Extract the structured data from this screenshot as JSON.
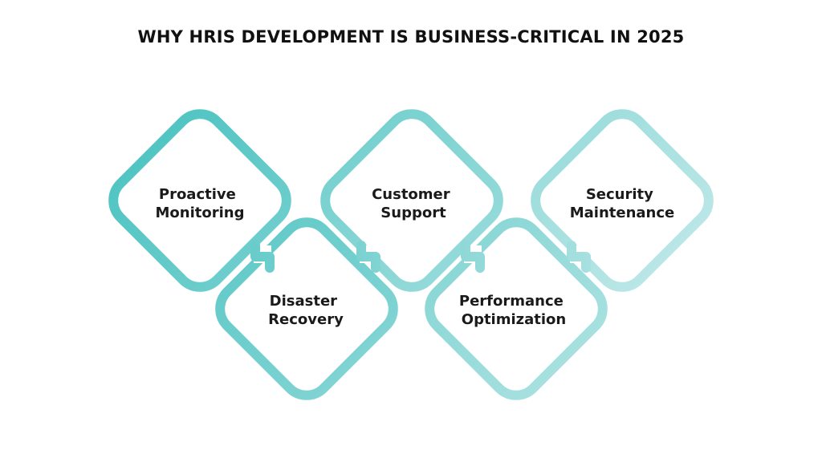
{
  "title": "WHY HRIS DEVELOPMENT IS BUSINESS-CRITICAL IN 2025",
  "colors": {
    "title": "#111111",
    "text": "#1a1a1a",
    "stroke_start": "#4cc3c1",
    "stroke_end": "#bfe8e8"
  },
  "nodes": [
    {
      "id": "proactive-monitoring",
      "lines": [
        "Proactive",
        "Monitoring"
      ]
    },
    {
      "id": "disaster-recovery",
      "lines": [
        "Disaster",
        "Recovery"
      ]
    },
    {
      "id": "customer-support",
      "lines": [
        "Customer",
        "Support"
      ]
    },
    {
      "id": "performance-optimization",
      "lines": [
        "Performance",
        "Optimization"
      ]
    },
    {
      "id": "security-maintenance",
      "lines": [
        "Security",
        "Maintenance"
      ]
    }
  ]
}
